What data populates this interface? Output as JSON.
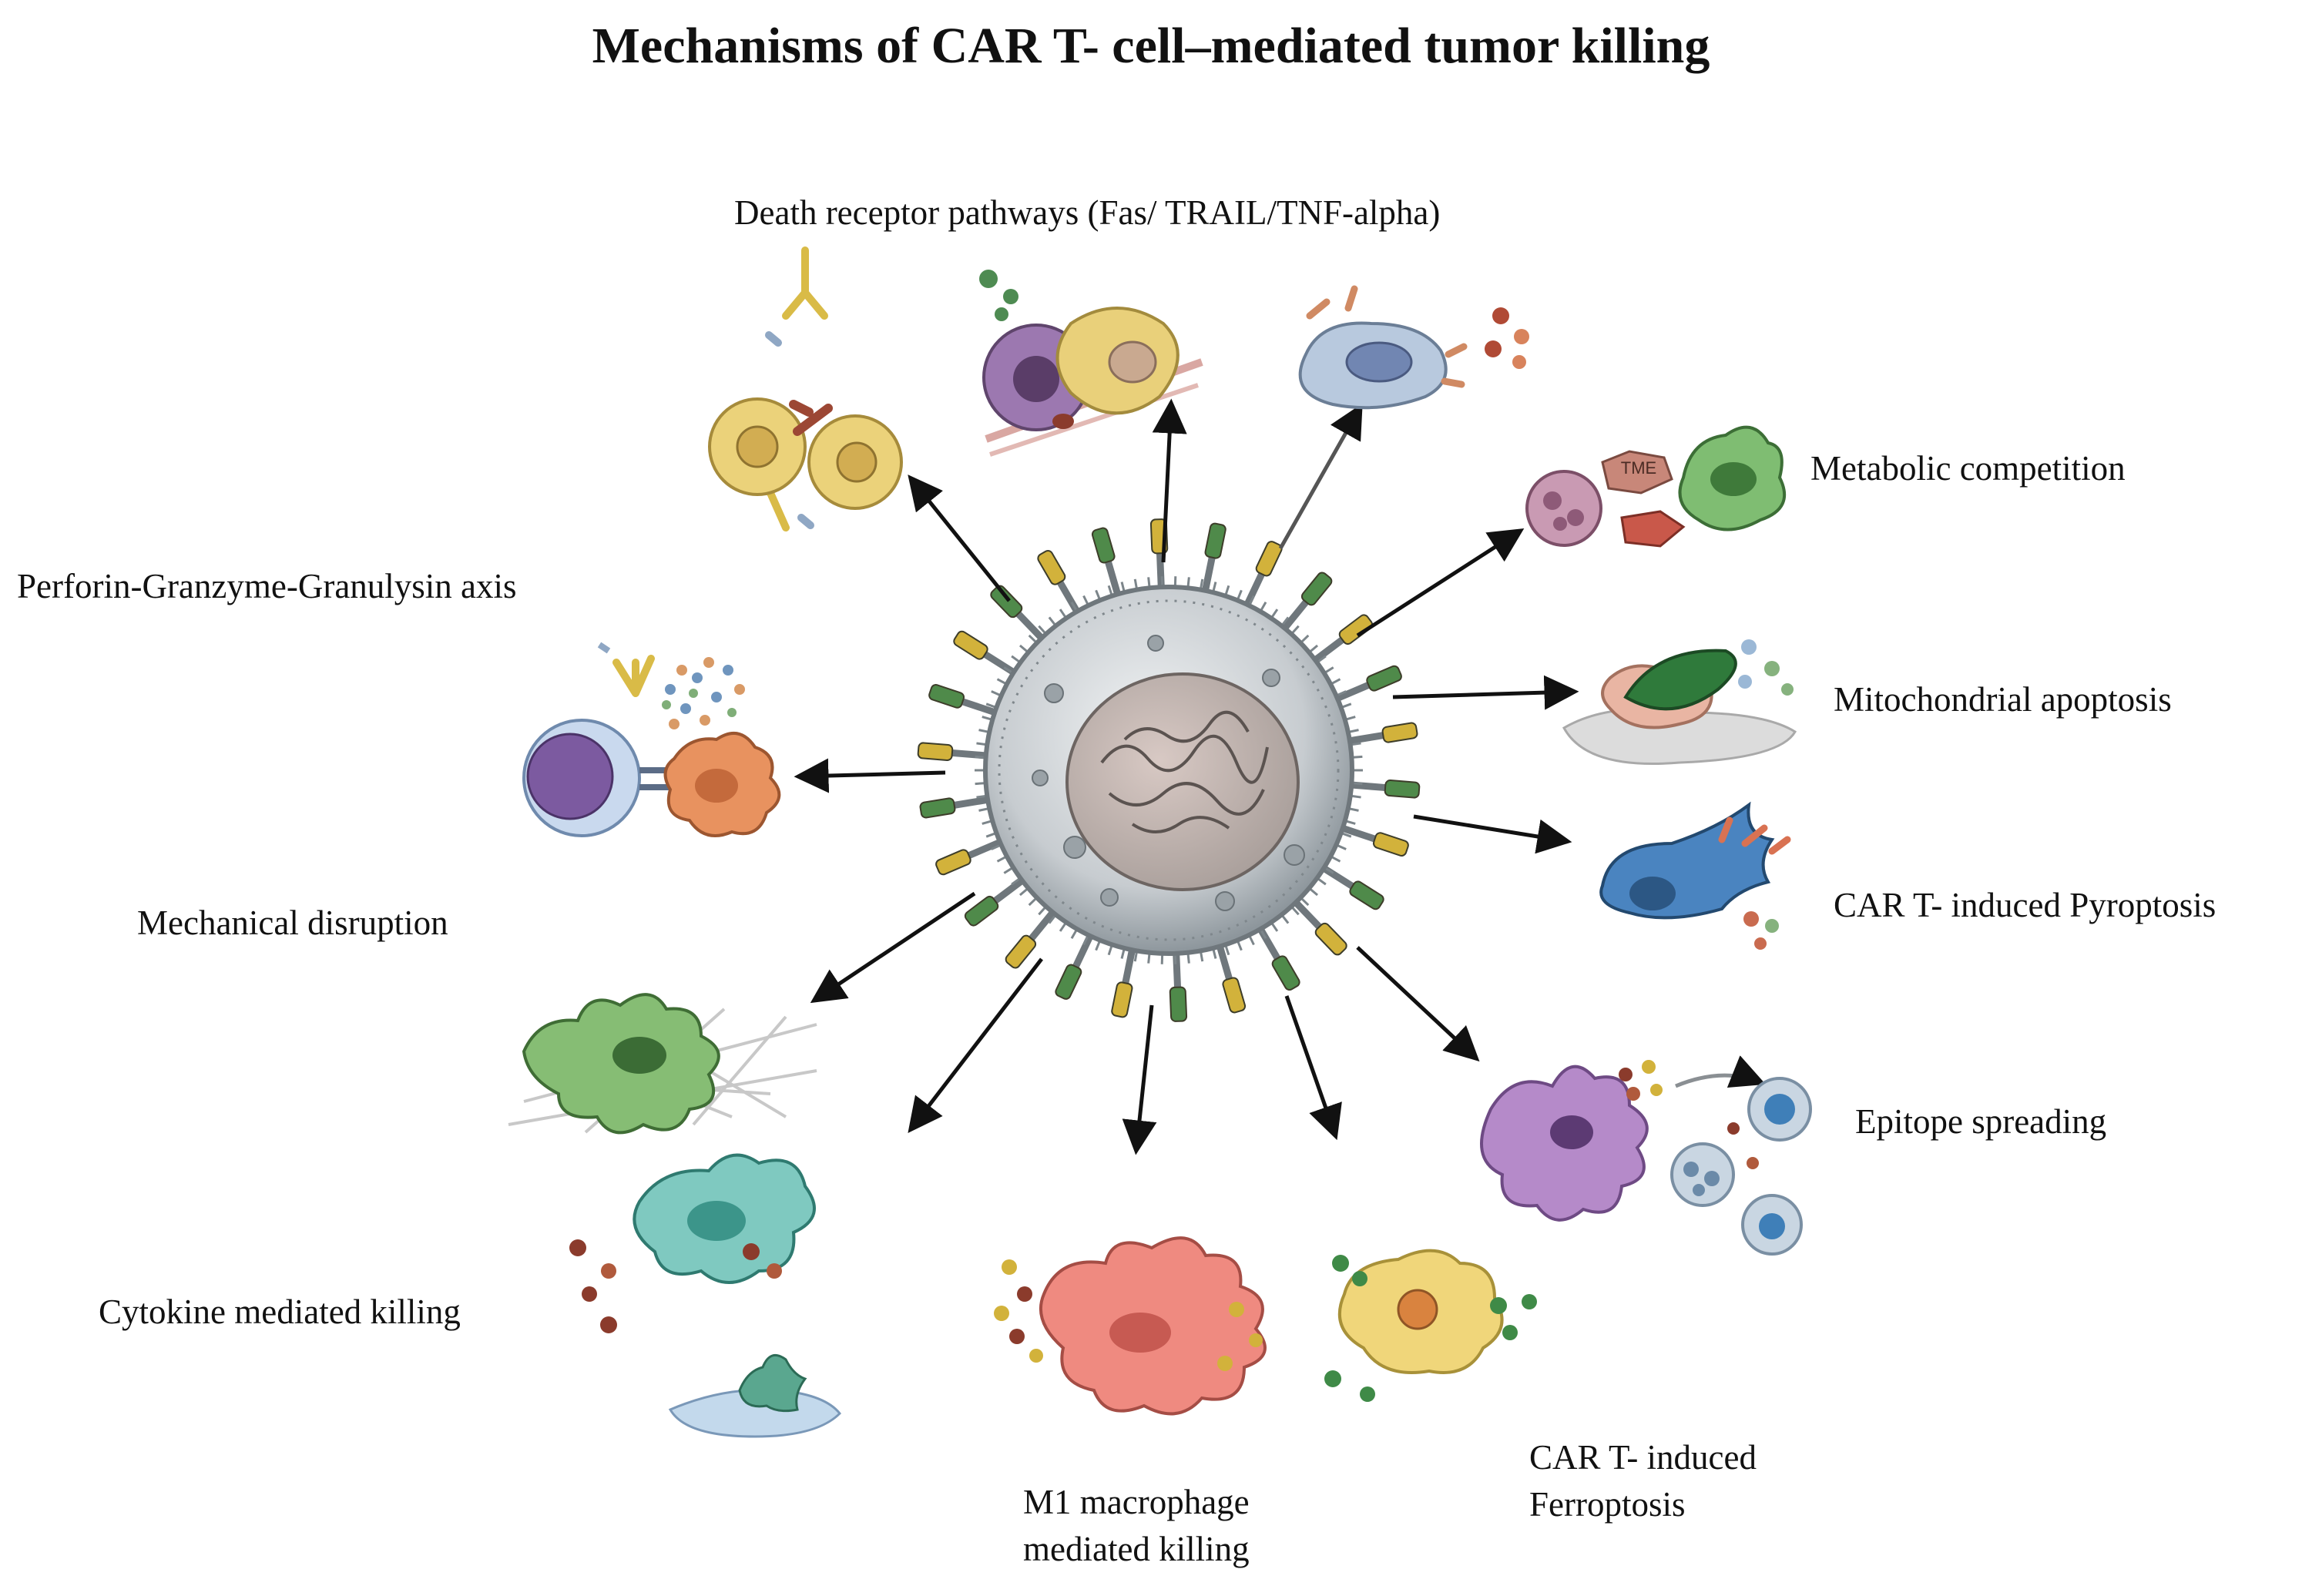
{
  "title": "Mechanisms of CAR T- cell–mediated tumor killing",
  "labels": {
    "death_receptor": "Death receptor pathways (Fas/ TRAIL/TNF-alpha)",
    "perforin": "Perforin-Granzyme-Granulysin  axis",
    "metabolic": "Metabolic competition",
    "mitochondrial": "Mitochondrial  apoptosis",
    "pyroptosis": "CAR T- induced Pyroptosis",
    "mechanical": "Mechanical  disruption",
    "epitope": "Epitope spreading",
    "cytokine": "Cytokine mediated killing",
    "m1_line1": "M1 macrophage",
    "m1_line2": "mediated killing",
    "ferroptosis_line1": "CAR T- induced",
    "ferroptosis_line2": "Ferroptosis",
    "tme_badge": "TME"
  },
  "colors": {
    "car_t_membrane": "#9aa3a9",
    "receptor_green": "#4f8a4a",
    "receptor_yellow": "#d2b23b",
    "arrow": "#111111"
  },
  "icons": [
    "car-t-cell-icon",
    "antibody-icon",
    "tumor-cell-icon",
    "macrophage-icon",
    "dendritic-cell-icon",
    "apoptotic-body-icon",
    "fibrous-matrix-icon"
  ]
}
